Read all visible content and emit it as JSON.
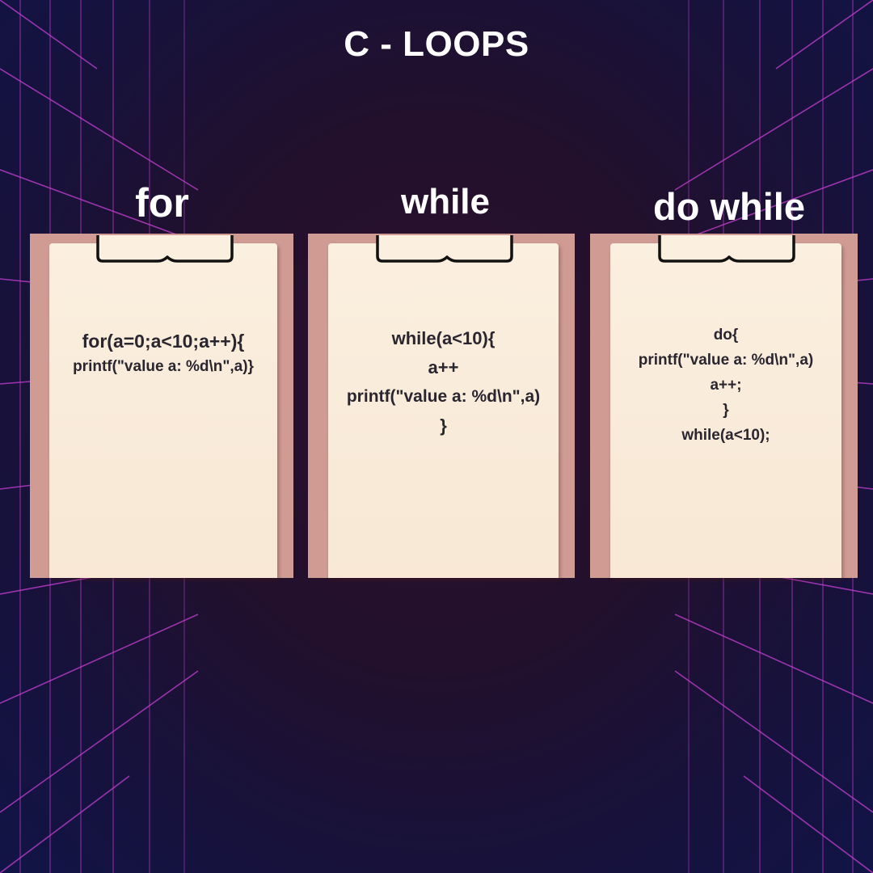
{
  "title": "C - LOOPS",
  "loops": [
    {
      "heading": "for",
      "code": [
        "for(a=0;a<10;a++){",
        "printf(\"value a: %d\\n\",a)}"
      ]
    },
    {
      "heading": "while",
      "code": [
        "while(a<10){",
        "a++",
        "printf(\"value a: %d\\n\",a)",
        "}"
      ]
    },
    {
      "heading": "do while",
      "code": [
        "do{",
        "printf(\"value a: %d\\n\",a)",
        "a++;",
        "}",
        "while(a<10);"
      ]
    }
  ],
  "colors": {
    "background": "#22102c",
    "grid_lines": "#c93fd6",
    "clipboard": "#cf9b93",
    "paper": "#f9ebd8",
    "text": "#2a2630",
    "title": "#ffffff"
  }
}
